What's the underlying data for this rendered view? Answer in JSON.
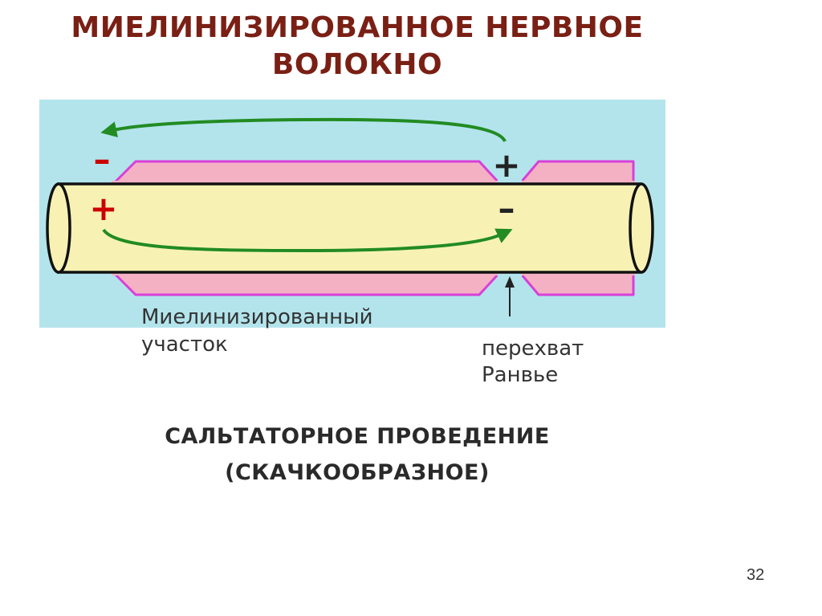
{
  "slide": {
    "title_line_1": "МИЕЛИНИЗИРОВАННОЕ НЕРВНОЕ",
    "title_line_2": "ВОЛОКНО",
    "subtitle_line_1": "САЛЬТАТОРНОЕ ПРОВЕДЕНИЕ",
    "subtitle_line_2": "(СКАЧКООБРАЗНОЕ)",
    "page_number": "32",
    "title_color": "#7a1f14"
  },
  "diagram": {
    "charges": {
      "top_left": "–",
      "inner_left": "+",
      "top_node": "+",
      "inner_node": "–"
    },
    "labels": {
      "myelinated_line_1": "Миелинизированный",
      "myelinated_line_2": "участок",
      "node_line_1": "перехват",
      "node_line_2": "Ранвье"
    },
    "icons": {
      "outer_current": "arrow-left-icon",
      "inner_current": "arrow-right-icon",
      "node_pointer": "arrow-up-icon"
    },
    "colors": {
      "background": "#b3e4ec",
      "axon": "#f7f2b4",
      "myelin_fill": "#f4b1c4",
      "myelin_edge": "#d83fd8",
      "current_arrow": "#228b22",
      "charge": "#cc0000",
      "charge_node": "#222222"
    }
  }
}
